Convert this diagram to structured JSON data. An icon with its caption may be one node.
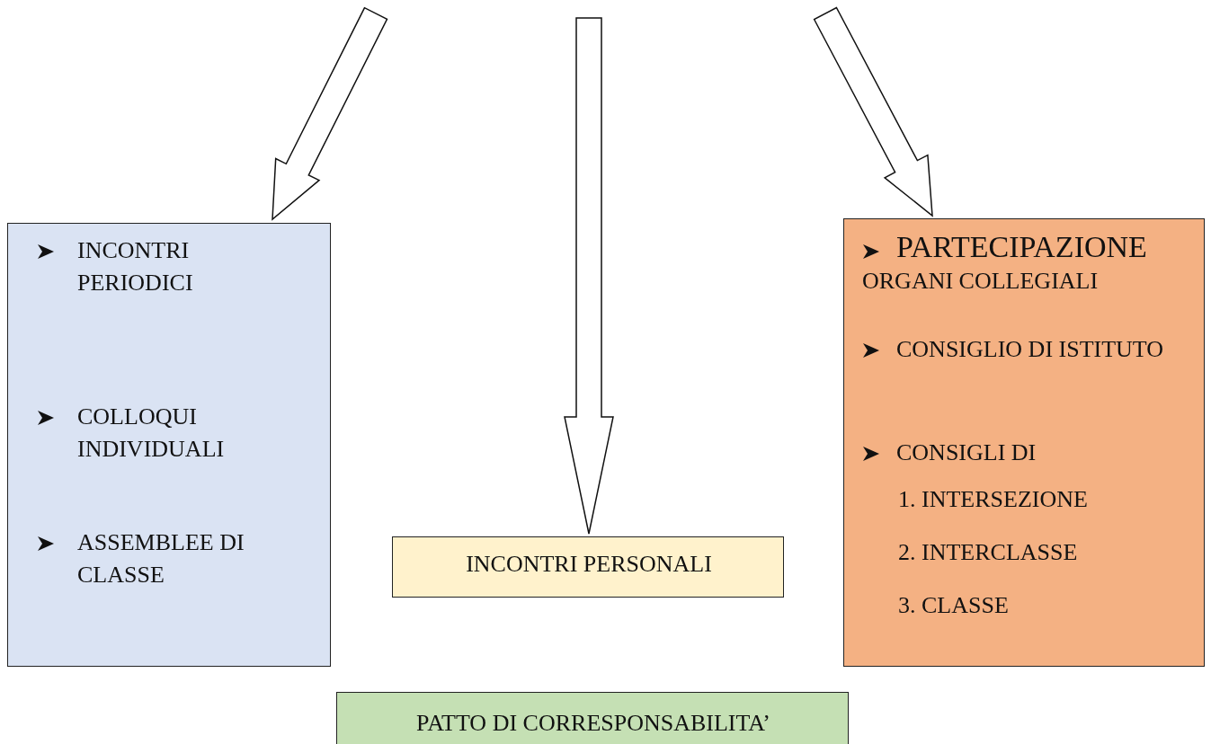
{
  "diagram": {
    "nodes": [
      {
        "text": [
          "INCONTRI PERIODICI",
          "COLLOQUI INDIVIDUALI",
          "ASSEMBLEE DI CLASSE"
        ]
      },
      {
        "text": [
          "INCONTRI PERSONALI"
        ]
      },
      {
        "text": [
          "PARTECIPAZIONE",
          "ORGANI COLLEGIALI",
          "CONSIGLIO DI ISTITUTO",
          "CONSIGLI DI",
          "1. INTERSEZIONE",
          "2. INTERCLASSE",
          "3. CLASSE"
        ]
      },
      {
        "text": [
          "PATTO DI CORRESPONSABILITA’"
        ]
      }
    ],
    "edges": [
      {
        "from": null,
        "to": 0,
        "arrow": "to"
      },
      {
        "from": null,
        "to": 1,
        "arrow": "to"
      },
      {
        "from": null,
        "to": 2,
        "arrow": "to"
      }
    ]
  }
}
